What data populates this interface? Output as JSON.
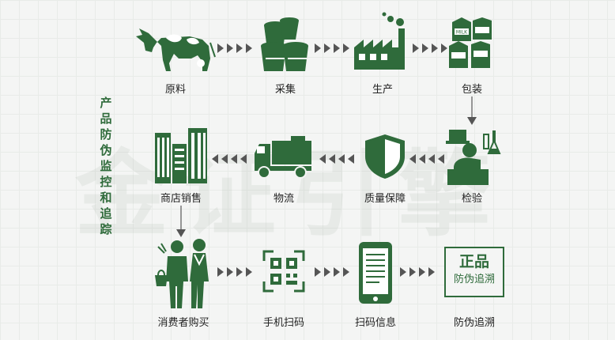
{
  "title_vertical": "产品防伪监控和追踪",
  "watermark": "金证引擎",
  "steps": {
    "raw": "原料",
    "collect": "采集",
    "produce": "生产",
    "package": "包装",
    "inspect": "检验",
    "quality": "质量保障",
    "logistics": "物流",
    "retail": "商店销售",
    "consumer": "消费者购买",
    "scan": "手机扫码",
    "info": "扫码信息",
    "trace": "防伪追溯"
  },
  "badge": {
    "line1": "正品",
    "line2": "防伪追溯"
  },
  "milk_label": "MILK",
  "colors": {
    "accent": "#2f6b3b",
    "arrow": "#555555",
    "background": "#f4f5f4"
  }
}
